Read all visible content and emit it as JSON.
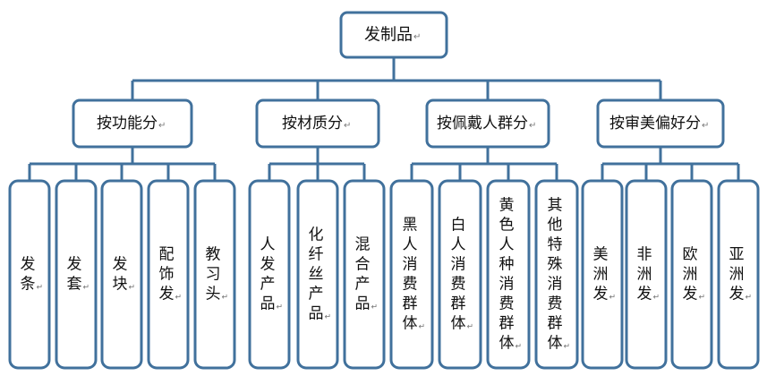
{
  "diagram": {
    "paragraph_mark": "↵",
    "colors": {
      "box_stroke": "#41719c",
      "connector": "#41719c",
      "text": "#111111",
      "background": "#ffffff"
    },
    "root": {
      "label": "发制品",
      "children": [
        {
          "label": "按功能分",
          "children": [
            {
              "label": "发条"
            },
            {
              "label": "发套"
            },
            {
              "label": "发块"
            },
            {
              "label": "配饰发"
            },
            {
              "label": "教习头"
            }
          ]
        },
        {
          "label": "按材质分",
          "children": [
            {
              "label": "人发产品"
            },
            {
              "label": "化纤丝产品"
            },
            {
              "label": "混合产品"
            }
          ]
        },
        {
          "label": "按佩戴人群分",
          "children": [
            {
              "label": "黑人消费群体"
            },
            {
              "label": "白人消费群体"
            },
            {
              "label": "黄色人种消费群体"
            },
            {
              "label": "其他特殊消费群体"
            }
          ]
        },
        {
          "label": "按审美偏好分",
          "children": [
            {
              "label": "美洲发"
            },
            {
              "label": "非洲发"
            },
            {
              "label": "欧洲发"
            },
            {
              "label": "亚洲发"
            }
          ]
        }
      ]
    }
  }
}
